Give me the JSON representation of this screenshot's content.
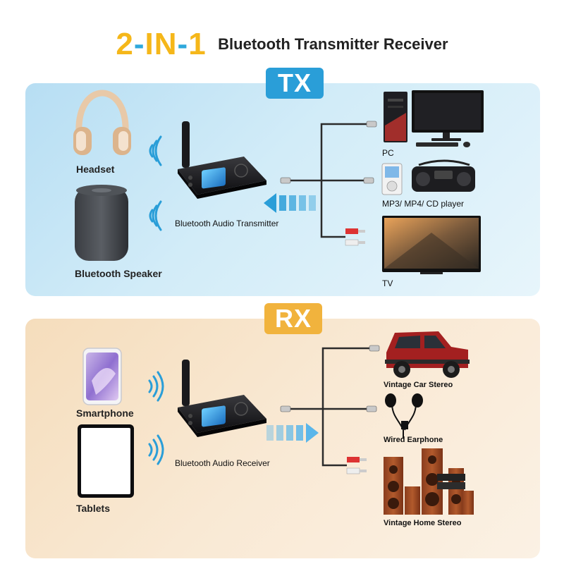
{
  "title": {
    "main": "2-IN-1",
    "sub": "Bluetooth Transmitter Receiver"
  },
  "tx": {
    "badge": "TX",
    "device_label": "Bluetooth Audio Transmitter",
    "outputs": [
      "Headset",
      "Bluetooth Speaker"
    ],
    "sources": [
      "PC",
      "MP3/ MP4/ CD player",
      "TV"
    ]
  },
  "rx": {
    "badge": "RX",
    "device_label": "Bluetooth Audio Receiver",
    "inputs": [
      "Smartphone",
      "Tablets"
    ],
    "outputs": [
      "Vintage Car Stereo",
      "Wired Earphone",
      "Vintage Home Stereo"
    ]
  },
  "colors": {
    "tx_accent": "#2a9ed8",
    "rx_accent": "#f1b33d",
    "title_yellow": "#f5b71a",
    "title_blue": "#2ea8dc"
  }
}
